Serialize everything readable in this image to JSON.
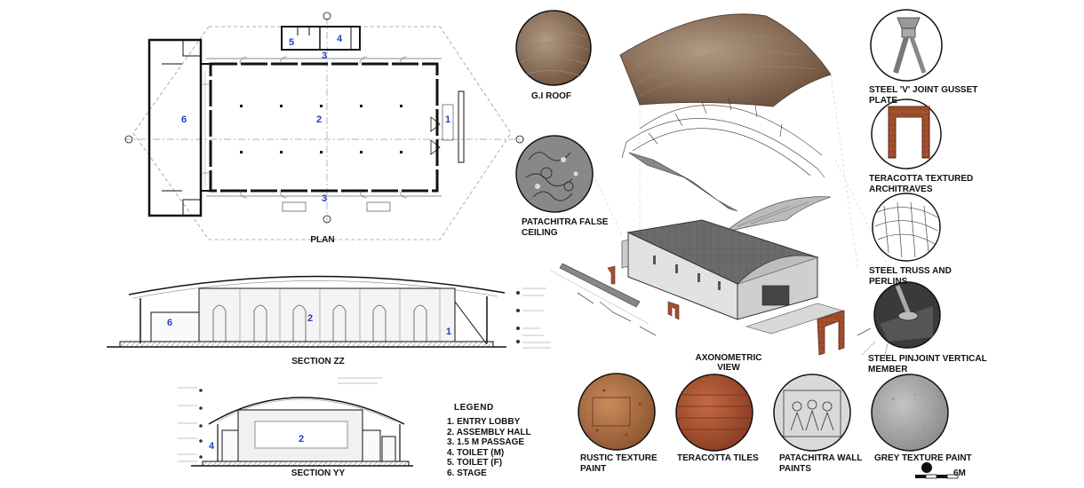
{
  "plan": {
    "title": "PLAN",
    "markers": [
      "1",
      "2",
      "3",
      "3",
      "4",
      "5",
      "6"
    ]
  },
  "section_zz": {
    "title": "SECTION ZZ",
    "markers": [
      "1",
      "2",
      "6"
    ]
  },
  "section_yy": {
    "title": "SECTION YY",
    "markers": [
      "2",
      "4"
    ]
  },
  "legend": {
    "heading": "LEGEND",
    "items": [
      "1. ENTRY LOBBY",
      "2. ASSEMBLY HALL",
      "3. 1.5 M PASSAGE",
      "4. TOILET (M)",
      "5. TOILET (F)",
      "6. STAGE"
    ]
  },
  "axonometric": {
    "title": "AXONOMETRIC VIEW"
  },
  "materials": {
    "gi_roof": "G.I ROOF",
    "patachitra_ceiling": "PATACHITRA FALSE\nCEILING",
    "steel_v_joint": "STEEL 'V' JOINT GUSSET\nPLATE",
    "teracotta_architraves": "TERACOTTA TEXTURED\nARCHITRAVES",
    "steel_truss": "STEEL TRUSS AND\nPERLINS",
    "steel_pinjoint": "STEEL PINJOINT VERTICAL\nMEMBER",
    "rustic_paint": "RUSTIC TEXTURE\nPAINT",
    "teracotta_tiles": "TERACOTTA TILES",
    "patachitra_wall": "PATACHITRA WALL\nPAINTS",
    "grey_paint": "GREY TEXTURE PAINT"
  },
  "scale": {
    "label": "6M"
  },
  "colors": {
    "marker_blue": "#1f3fbf",
    "roof_brown": "#8a6e55",
    "terracotta": "#a5502f",
    "grey": "#a9a9a9"
  }
}
